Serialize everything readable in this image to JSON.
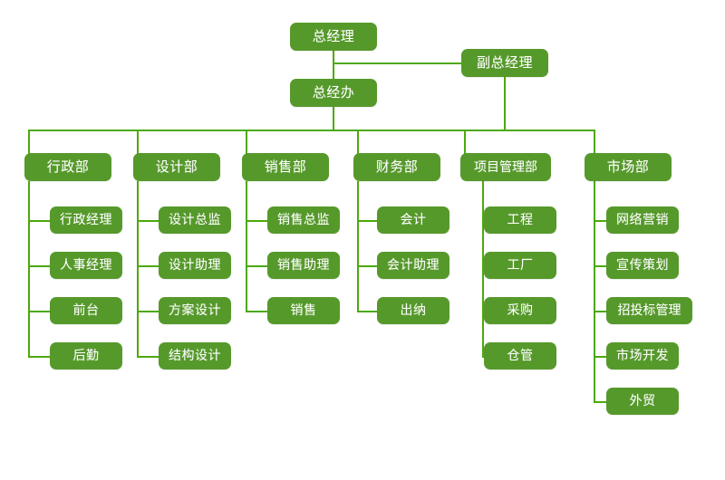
{
  "chart_data": {
    "type": "diagram",
    "diagram_kind": "organizational-chart",
    "title": "",
    "colors": {
      "node_fill": "#56992b",
      "node_text": "#ffffff",
      "connector": "#4ca90c",
      "background": "#ffffff"
    },
    "levels": [
      "executive",
      "department",
      "position"
    ]
  },
  "org": {
    "top": {
      "general_manager": "总经理",
      "deputy_general_manager": "副总经理",
      "gm_office": "总经办"
    },
    "departments": [
      {
        "id": "admin",
        "label": "行政部",
        "children": [
          "行政经理",
          "人事经理",
          "前台",
          "后勤"
        ]
      },
      {
        "id": "design",
        "label": "设计部",
        "children": [
          "设计总监",
          "设计助理",
          "方案设计",
          "结构设计"
        ]
      },
      {
        "id": "sales",
        "label": "销售部",
        "children": [
          "销售总监",
          "销售助理",
          "销售"
        ]
      },
      {
        "id": "finance",
        "label": "财务部",
        "children": [
          "会计",
          "会计助理",
          "出纳"
        ]
      },
      {
        "id": "project",
        "label": "项目管理部",
        "children": [
          "工程",
          "工厂",
          "采购",
          "仓管"
        ]
      },
      {
        "id": "market",
        "label": "市场部",
        "children": [
          "网络营销",
          "宣传策划",
          "招投标管理",
          "市场开发",
          "外贸"
        ]
      }
    ]
  }
}
